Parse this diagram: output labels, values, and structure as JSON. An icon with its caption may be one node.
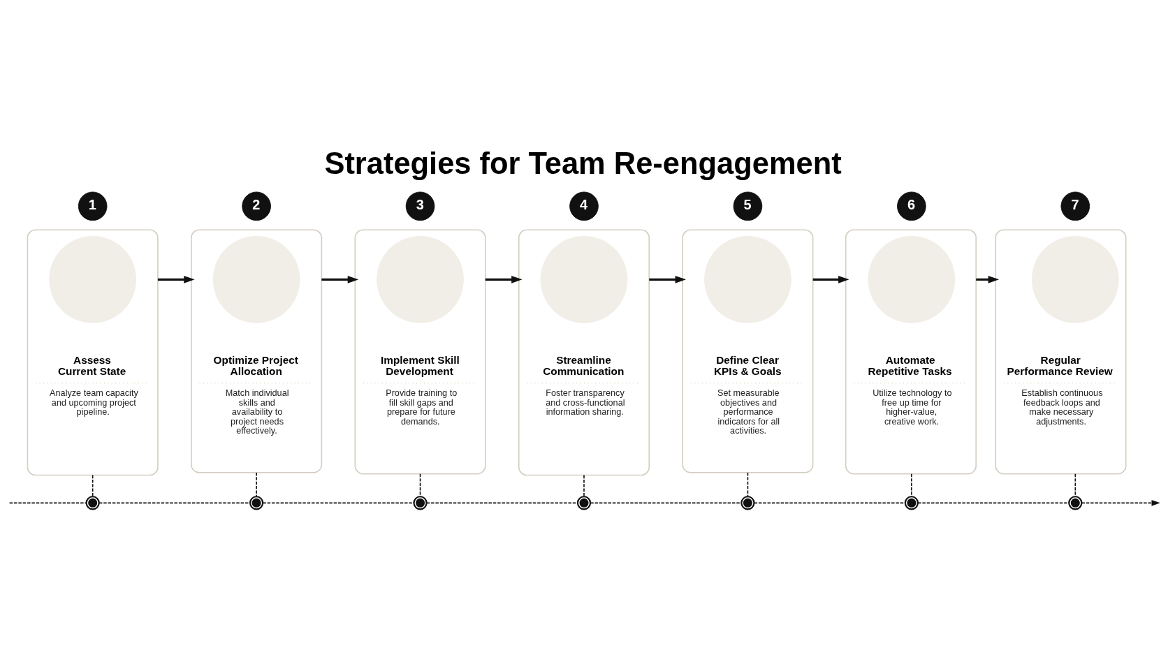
{
  "diagram": {
    "title": "Strategies for Team Re-engagement",
    "nodes": [
      {
        "text": [
          "1"
        ]
      },
      {
        "text": [
          "Assess Current State",
          "Analyze team capacity and upcoming project pipeline."
        ]
      },
      {
        "text": [],
        "shape": "circle",
        "in": 1
      },
      {
        "text": [
          "2"
        ]
      },
      {
        "text": [
          "Optimize Project Allocation",
          "Match individual skills and availability to project needs effectively."
        ]
      },
      {
        "text": [],
        "shape": "circle",
        "in": 4
      },
      {
        "text": [
          "3"
        ]
      },
      {
        "text": [
          "Implement Skill Development",
          "Provide training to fill skill gaps and prepare for future demands."
        ]
      },
      {
        "text": [],
        "shape": "circle",
        "in": 7
      },
      {
        "text": [
          "4"
        ]
      },
      {
        "text": [
          "Streamline Communication",
          "Foster transparency and cross-functional information sharing."
        ]
      },
      {
        "text": [],
        "shape": "circle",
        "in": 10
      },
      {
        "text": [
          "5"
        ]
      },
      {
        "text": [
          "Define Clear KPIs & Goals",
          "Set measurable objectives and performance indicators for all activities."
        ]
      },
      {
        "text": [],
        "shape": "circle",
        "in": 13
      },
      {
        "text": [
          "6"
        ]
      },
      {
        "text": [
          "Automate Repetitive Tasks",
          "Utilize technology to free up time for higher-value, creative work."
        ]
      },
      {
        "text": [],
        "shape": "circle",
        "in": 16
      },
      {
        "text": [
          "7"
        ]
      },
      {
        "text": [
          "Regular Performance Review",
          "Establish continuous feedback loops and make necessary adjustments."
        ]
      },
      {
        "text": [],
        "shape": "circle",
        "in": 19
      },
      {
        "text": [],
        "shape": "circle"
      },
      {
        "text": [],
        "shape": "circle"
      },
      {
        "text": [],
        "shape": "circle"
      },
      {
        "text": [],
        "shape": "circle"
      },
      {
        "text": [],
        "shape": "circle"
      },
      {
        "text": [],
        "shape": "circle"
      },
      {
        "text": [],
        "shape": "circle"
      }
    ],
    "edges": [
      {
        "from": 1,
        "to": 4,
        "arrow": "to"
      },
      {
        "from": 4,
        "to": 7,
        "arrow": "to"
      },
      {
        "from": 7,
        "to": 10,
        "arrow": "to"
      },
      {
        "from": 10,
        "to": 13,
        "arrow": "to"
      },
      {
        "from": 13,
        "to": 16,
        "arrow": "to"
      },
      {
        "from": 16,
        "to": 19,
        "arrow": "to"
      },
      {
        "from": 1,
        "to": 21,
        "arrow": "none",
        "style": "dashed"
      },
      {
        "from": 4,
        "to": 22,
        "arrow": "none",
        "style": "dashed"
      },
      {
        "from": 7,
        "to": 23,
        "arrow": "none",
        "style": "dashed"
      },
      {
        "from": 10,
        "to": 24,
        "arrow": "none",
        "style": "dashed"
      },
      {
        "from": 13,
        "to": 25,
        "arrow": "none",
        "style": "dashed"
      },
      {
        "from": 16,
        "to": 26,
        "arrow": "none",
        "style": "dashed"
      },
      {
        "from": 19,
        "to": 27,
        "arrow": "none",
        "style": "dashed"
      },
      {
        "from": null,
        "to": 21,
        "arrow": "none",
        "style": "dashed"
      },
      {
        "from": 21,
        "to": 22,
        "arrow": "none",
        "style": "dashed"
      },
      {
        "from": 22,
        "to": 23,
        "arrow": "none",
        "style": "dashed"
      },
      {
        "from": 23,
        "to": 24,
        "arrow": "none",
        "style": "dashed"
      },
      {
        "from": 24,
        "to": 25,
        "arrow": "none",
        "style": "dashed"
      },
      {
        "from": 25,
        "to": 26,
        "arrow": "none",
        "style": "dashed"
      },
      {
        "from": 26,
        "to": 27,
        "arrow": "none",
        "style": "dashed"
      },
      {
        "from": 27,
        "to": null,
        "arrow": "to",
        "style": "dashed"
      }
    ]
  }
}
